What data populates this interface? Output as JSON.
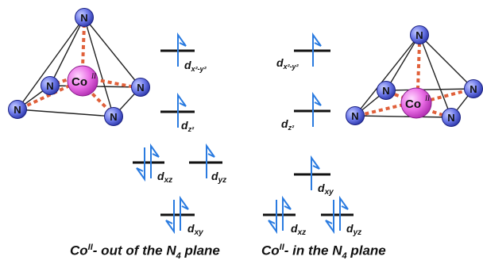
{
  "atoms": {
    "n": "N",
    "co": "Co",
    "co_oxidation": "II"
  },
  "orbitals": {
    "dx2y2_base": "d",
    "dx2y2_sub": "x²-y²",
    "dz2_base": "d",
    "dz2_sub": "z²",
    "dxz_base": "d",
    "dxz_sub": "xz",
    "dyz_base": "d",
    "dyz_sub": "yz",
    "dxy_base": "d",
    "dxy_sub": "xy"
  },
  "captions": {
    "left": {
      "metal": "Co",
      "oxidation": "II",
      "text": "- out of the N",
      "sub": "4",
      "tail": " plane"
    },
    "right": {
      "metal": "Co",
      "oxidation": "II",
      "text": "- in the N",
      "sub": "4",
      "tail": " plane"
    }
  },
  "colors": {
    "nitrogen": "#3b4bd0",
    "cobalt": "#e060e0",
    "bond_dash": "#e0603a",
    "electron": "#2a7be0",
    "level": "#111111"
  }
}
